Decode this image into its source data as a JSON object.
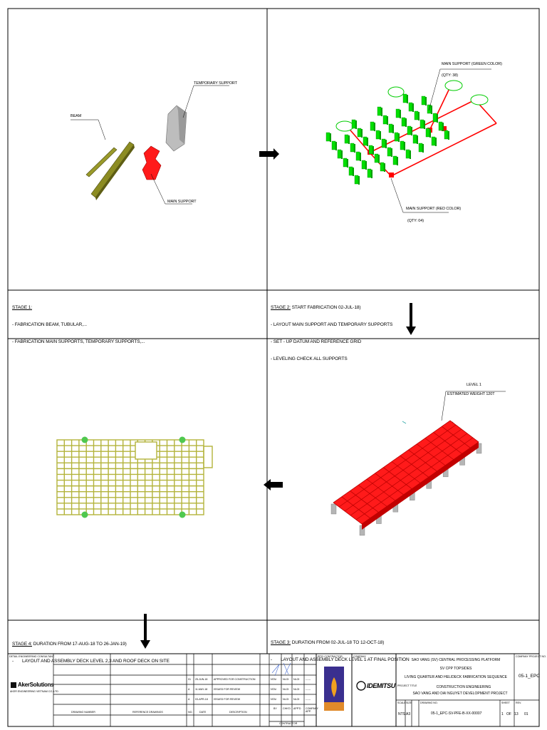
{
  "labels": {
    "temporary_support": "TEMPORARY SUPPORT",
    "beam": "BEAM",
    "main_support": "MAIN SUPPORT",
    "main_support_green": "MAIN SUPPORT (GREEN COLOR)",
    "qty_green": "(QTY: 38)",
    "main_support_red": "MAIN SUPPORT (RED COLOR)",
    "qty_red": "(QTY: 04)",
    "level1": "LEVEL 1",
    "weight": "ESTIMATED WEIGHT 120T"
  },
  "stages": {
    "s1": {
      "title": "STAGE 1:",
      "lines": [
        "- FABRICATION BEAM, TUBULAR,...",
        "- FABRICATION MAIN SUPPORTS, TEMPORARY SUPPORTS,..."
      ]
    },
    "s2": {
      "title": "STAGE 2:",
      "title_rest": " START FABRICATION 02-JUL-18)",
      "lines": [
        "- LAYOUT MAIN SUPPORT AND TEMPORARY SUPPORTS",
        "- SET - UP DATUM AND REFERENCE GRID",
        "- LEVELING CHECK ALL SUPPORTS"
      ]
    },
    "s3": {
      "title": "STAGE 3:",
      "title_rest": " DURATION FROM 02-JUL-18 TO 12-OCT-18)",
      "lines": [
        "-       LAYOUT AND ASSEMBLY DECK LEVEL 1 AT FINAL POSITION"
      ]
    },
    "s4": {
      "title": "STAGE 4:",
      "title_rest": " DURATION FROM 17-AUG-18 TO 26-JAN-19)",
      "lines": [
        "-       LAYOUT AND ASSEMBLY DECK LEVEL 2,3 AND ROOF DECK ON SITE"
      ]
    }
  },
  "titleblock": {
    "consultant_label": "DETAIL ENGINEERING CONSULTANT",
    "company_name": "AkerSolutions",
    "company_sub": "AKER ENGINEERING VIETNAM CO.,LTD",
    "epc_label": "EPCI CONTRACTOR",
    "company_label": "COMPANY",
    "client": "IDEMITSU",
    "proj_line1": "SAO VANG (SV) CENTRAL PROCESSING PLATFORM",
    "proj_line2": "SV CPP TOPSIDES",
    "proj_line3": "LIVING QUARTER AND HELIDECK FABRICATION SEQUENCE",
    "project_title_label": "PROJECT TITLE",
    "proj_line4": "CONSTRUCTION ENGINEERING",
    "proj_line5": "SAO VANG AND DAI NGUYET DEVELOPMENT PROJECT",
    "company_project_no_label": "COMPANY PROJECT NO.",
    "company_project_no": "05-1_EPC",
    "scale_label": "SCALE",
    "scale": "NTS",
    "size_label": "SIZE",
    "size": "A3",
    "drawing_no_label": "DRAWING NO.",
    "drawing_no": "05-1_EPC-SV-PFE-B-XX-00007",
    "sheet_label": "SHEET",
    "sheet": "1   OF   13",
    "rev_label": "REV.",
    "rev": "01",
    "col_drawing_number": "DRAWING NUMBER",
    "col_reference": "REFERENCE DRAWINGS",
    "col_no": "NO.",
    "col_date": "DATE",
    "col_description": "DESCRIPTION",
    "col_by": "BY",
    "col_chkd": "CHK'D",
    "col_appd": "APP'D",
    "col_company_app": "COMPANY APP.",
    "col_contractor": "CONTRACTOR",
    "revisions": [
      {
        "no": "01",
        "date": "25-JUN-18",
        "desc": "APPROVED FOR CONSTRUCTION",
        "by": "NTAI",
        "chk": "NLOI",
        "app": "NLOI",
        "co": "------"
      },
      {
        "no": "A",
        "date": "11-MAY-18",
        "desc": "ISSUED FOR REVIEW",
        "by": "NTAI",
        "chk": "NLOI",
        "app": "NLOI",
        "co": "------"
      },
      {
        "no": "A",
        "date": "03-APR-18",
        "desc": "ISSUED FOR REVIEW",
        "by": "NTAI",
        "chk": "NLOI",
        "app": "NLOI",
        "co": "------"
      }
    ]
  }
}
